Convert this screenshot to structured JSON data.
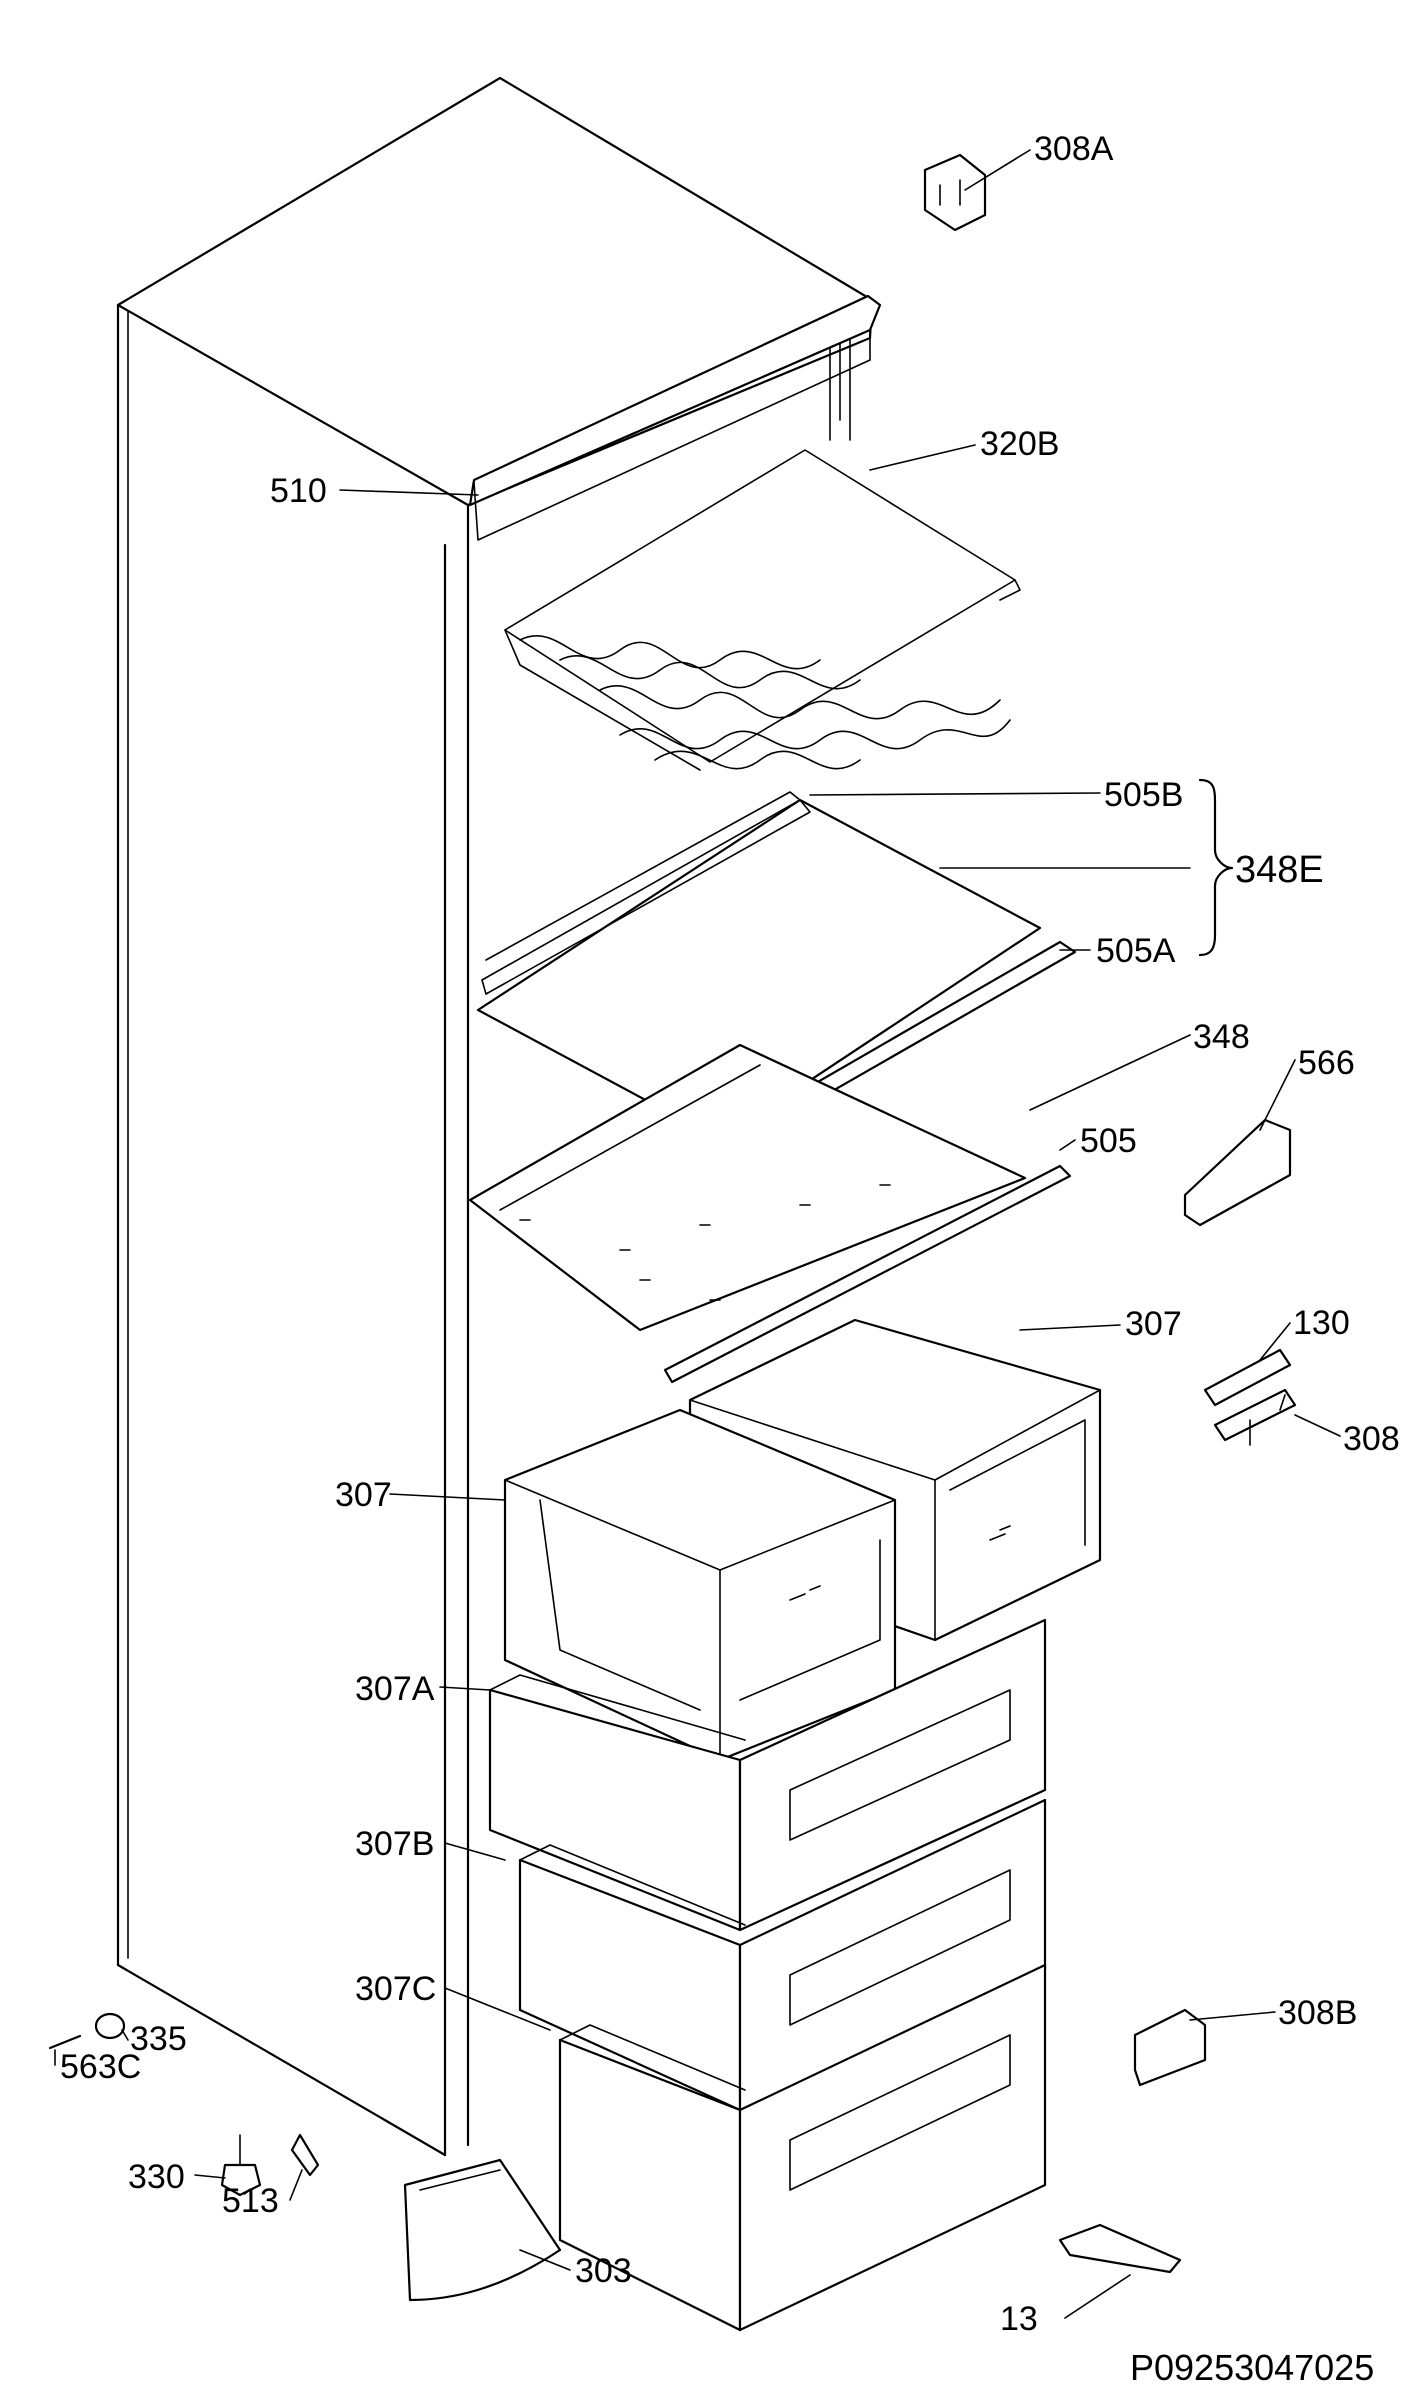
{
  "labels": {
    "l308a": "308A",
    "l510": "510",
    "l320b": "320B",
    "l505b": "505B",
    "l348e": "348E",
    "l505a": "505A",
    "l348": "348",
    "l566": "566",
    "l505": "505",
    "l307_right": "307",
    "l130": "130",
    "l308": "308",
    "l307_left": "307",
    "l307a": "307A",
    "l307b": "307B",
    "l307c": "307C",
    "l308b": "308B",
    "l335": "335",
    "l563c": "563C",
    "l330": "330",
    "l513": "513",
    "l303": "303",
    "l13": "13"
  },
  "diagram_code": "P09253047025"
}
